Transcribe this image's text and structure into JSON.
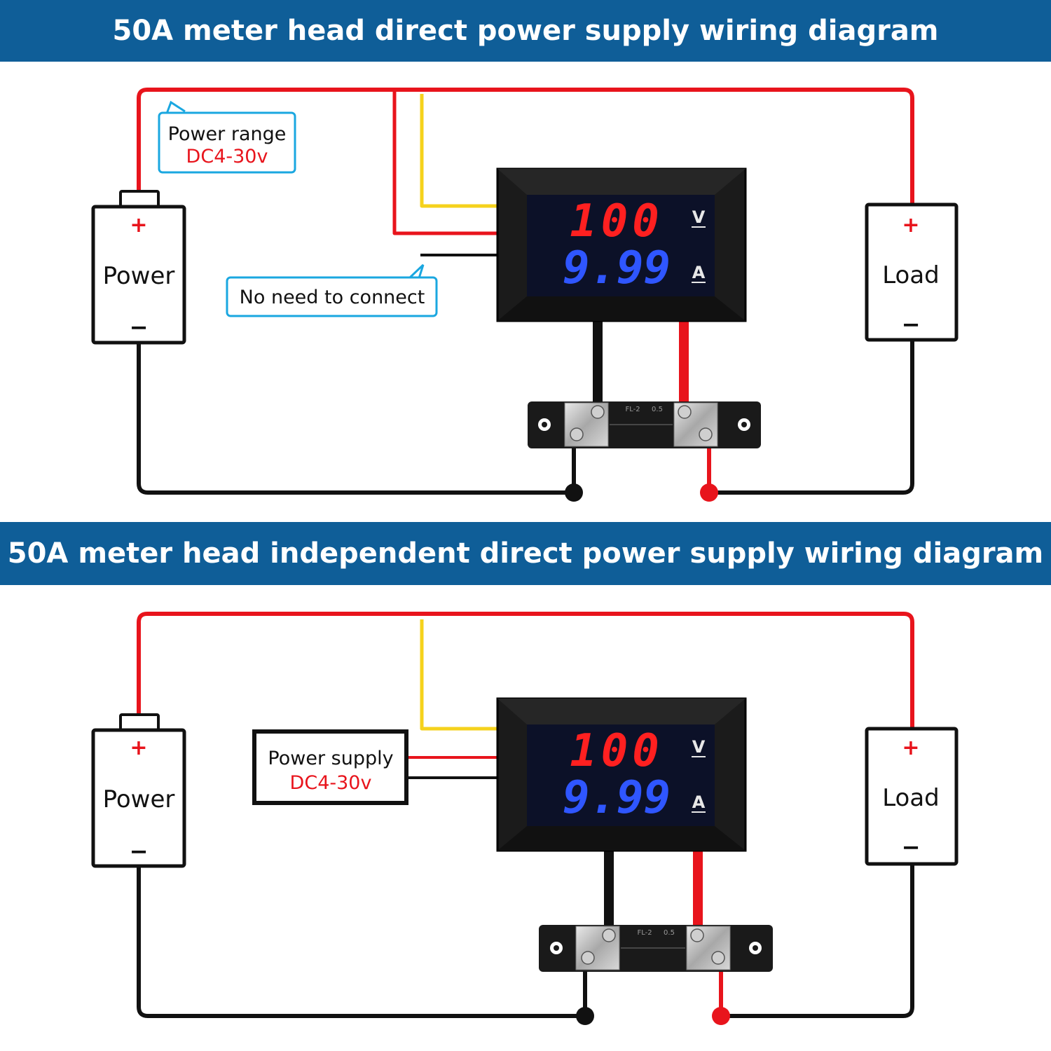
{
  "top": {
    "title": "50A meter head direct power supply wiring diagram",
    "power": {
      "label": "Power",
      "plus": "+",
      "minus": "−"
    },
    "load": {
      "label": "Load",
      "plus": "+",
      "minus": "−"
    },
    "callout_range": {
      "line1": "Power range",
      "line2": "DC4-30v"
    },
    "callout_noconnect": "No need to connect",
    "meter": {
      "volts": "100",
      "amps": "9.99",
      "v_unit": "V",
      "a_unit": "A"
    },
    "shunt": {
      "marking1": "FL-2",
      "marking2": "0.5"
    }
  },
  "bottom": {
    "title": "50A meter head independent direct power supply wiring diagram",
    "power": {
      "label": "Power",
      "plus": "+",
      "minus": "−"
    },
    "load": {
      "label": "Load",
      "plus": "+",
      "minus": "−"
    },
    "supply_box": {
      "line1": "Power supply",
      "line2": "DC4-30v"
    },
    "meter": {
      "volts": "100",
      "amps": "9.99",
      "v_unit": "V",
      "a_unit": "A"
    },
    "shunt": {
      "marking1": "FL-2",
      "marking2": "0.5"
    }
  },
  "colors": {
    "banner": "#0f5e98",
    "wire_red": "#e8141c",
    "wire_black": "#111111",
    "wire_yellow": "#f5d21c",
    "callout_border": "#1aa7e0",
    "segment_red": "#ff2020",
    "segment_blue": "#2f56ff"
  }
}
